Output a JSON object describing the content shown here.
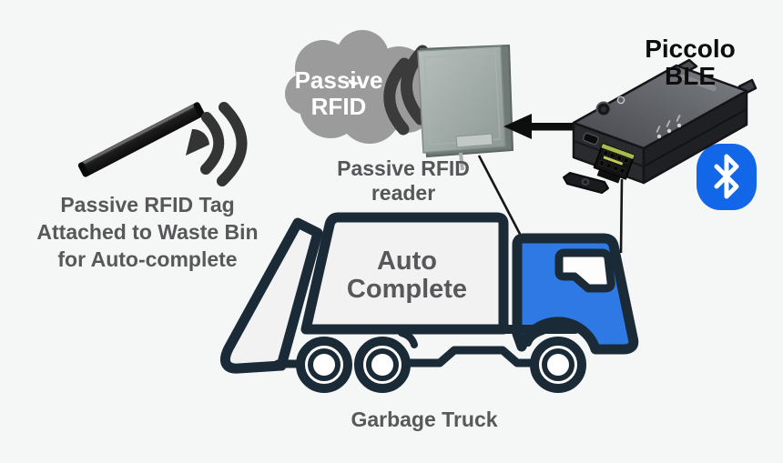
{
  "diagram": {
    "tag": {
      "caption": "Passive RFID Tag\nAttached to Waste Bin\nfor Auto-complete"
    },
    "cloud": {
      "label": "Passive\nRFID"
    },
    "reader": {
      "caption": "Passive RFID\nreader"
    },
    "device": {
      "title": "Piccolo BLE"
    },
    "truck": {
      "body_text": "Auto\nComplete",
      "caption": "Garbage Truck"
    }
  },
  "icons": {
    "tag_signal_icon": "radio-waves-radiating-right",
    "reader_signal_icon": "radio-waves-radiating-left",
    "bluetooth_icon": "bluetooth-rune",
    "reader_arrow_icon": "arrow-left"
  },
  "colors": {
    "background": "#f5f6f6",
    "caption_text": "#58585a",
    "title_text": "#0d0d0d",
    "cloud_fill": "#9b9b9b",
    "cloud_text": "#ffffff",
    "signal_wave": "#373737",
    "truck_outline": "#1b2a37",
    "truck_body_fill": "#f2f2f3",
    "cab_blue": "#2e79e3",
    "window_fill": "#fdfdfe",
    "bluetooth_blue": "#1266e8",
    "reader_gray_green": "#9aa5a1",
    "device_dark_gray": "#46484d",
    "connector_line": "#161616"
  }
}
